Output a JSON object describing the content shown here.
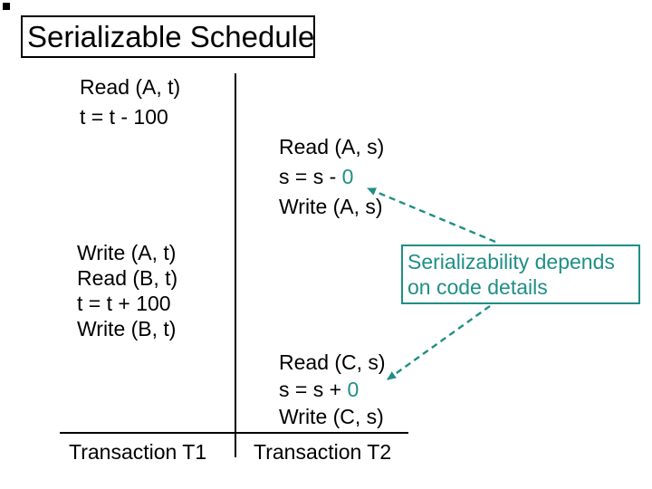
{
  "colors": {
    "teal": "#1E8F86",
    "ink": "#000000",
    "background": "#FFFFFF"
  },
  "title": "Serializable Schedule",
  "schedule": {
    "t1_top": {
      "lines": [
        "Read (A, t)",
        "t = t - 100"
      ]
    },
    "t2_top": {
      "line1": "Read (A, s)",
      "line2_prefix": "s = s - ",
      "line2_zero": "0",
      "line3": "Write (A, s)"
    },
    "t1_mid": {
      "lines": [
        "Write (A, t)",
        "Read (B, t)",
        "t = t + 100",
        "Write (B, t)"
      ]
    },
    "t2_bottom": {
      "line1": "Read (C, s)",
      "line2_prefix": "s = s + ",
      "line2_zero": "0",
      "line3": "Write (C, s)"
    },
    "t1_label": "Transaction T1",
    "t2_label": "Transaction T2"
  },
  "callout": {
    "line1": "Serializability depends",
    "line2": "on code details"
  }
}
